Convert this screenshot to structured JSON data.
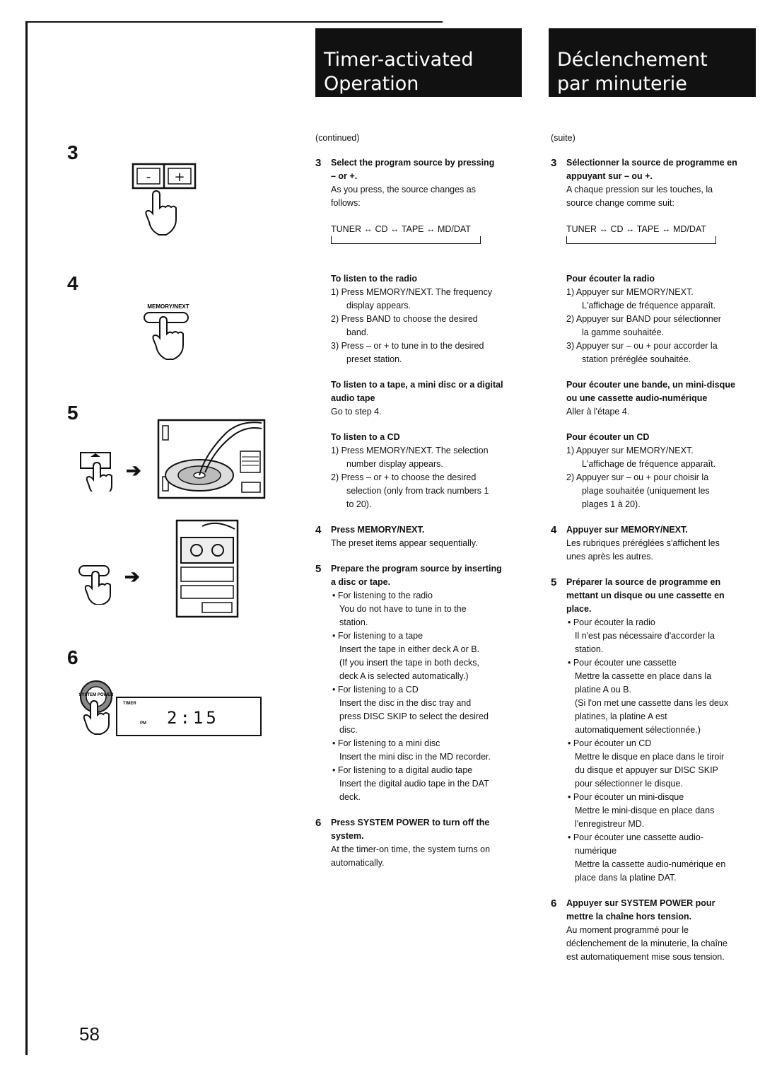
{
  "page_number": "58",
  "header_en": {
    "line1": "Timer-activated",
    "line2": "Operation"
  },
  "header_fr": {
    "line1": "Déclenchement",
    "line2": "par minuterie"
  },
  "illustrations": {
    "step_numbers": [
      "3",
      "4",
      "5",
      "6"
    ],
    "memory_next_label": "MEMORY/NEXT",
    "system_power_label": "SYSTEM POWER",
    "display_time": "2:15",
    "display_timer_label": "TIMER",
    "display_pm": "PM",
    "minus_plus": [
      "-",
      "+"
    ]
  },
  "en": {
    "continued": "(continued)",
    "s3_num": "3",
    "s3_title_1": "Select the program source by pressing",
    "s3_title_2": "– or +.",
    "s3_body_1": "As you press, the source changes as",
    "s3_body_2": "follows:",
    "flow": "TUNER ↔ CD ↔ TAPE ↔ MD/DAT",
    "radio_title": "To listen to the radio",
    "radio_1a": "1)  Press MEMORY/NEXT. The frequency",
    "radio_1b": "display appears.",
    "radio_2a": "2)  Press BAND to choose the desired",
    "radio_2b": "band.",
    "radio_3a": "3)  Press – or + to tune in to the desired",
    "radio_3b": "preset station.",
    "tape_title_1": "To listen to a tape, a mini disc or a digital",
    "tape_title_2": "audio tape",
    "tape_body": "Go to step 4.",
    "cd_title": "To listen to a CD",
    "cd_1a": "1)  Press MEMORY/NEXT. The selection",
    "cd_1b": "number display appears.",
    "cd_2a": "2)  Press – or + to choose the desired",
    "cd_2b": "selection (only from track numbers 1",
    "cd_2c": "to 20).",
    "s4_num": "4",
    "s4_title": "Press MEMORY/NEXT.",
    "s4_body": "The preset items appear sequentially.",
    "s5_num": "5",
    "s5_title_1": "Prepare the program source by inserting",
    "s5_title_2": "a disc or tape.",
    "b1": "• For listening to the radio",
    "b1_a": "You do not have to tune in to the",
    "b1_b": "station.",
    "b2": "• For listening to a tape",
    "b2_a": "Insert the tape in either deck A or B.",
    "b2_b": "(If you insert the tape in both decks,",
    "b2_c": "deck A is selected automatically.)",
    "b3": "• For listening to a CD",
    "b3_a": "Insert the disc in the disc tray and",
    "b3_b": "press DISC SKIP to select the desired",
    "b3_c": "disc.",
    "b4": "• For listening to a mini disc",
    "b4_a": "Insert the mini disc in the MD recorder.",
    "b5": "• For listening to a digital audio tape",
    "b5_a": "Insert the digital audio tape in the DAT",
    "b5_b": "deck.",
    "s6_num": "6",
    "s6_title_1": "Press SYSTEM POWER to turn off the",
    "s6_title_2": "system.",
    "s6_body_1": "At the timer-on time, the system turns on",
    "s6_body_2": "automatically."
  },
  "fr": {
    "continued": "(suite)",
    "s3_num": "3",
    "s3_title_1": "Sélectionner la source de programme en",
    "s3_title_2": "appuyant sur – ou +.",
    "s3_body_1": "A chaque pression sur les touches, la",
    "s3_body_2": "source change comme suit:",
    "flow": "TUNER ↔ CD ↔ TAPE ↔ MD/DAT",
    "radio_title": "Pour écouter la radio",
    "radio_1a": "1)  Appuyer sur MEMORY/NEXT.",
    "radio_1b": "L'affichage de fréquence apparaît.",
    "radio_2a": "2)  Appuyer sur BAND pour sélectionner",
    "radio_2b": "la gamme souhaitée.",
    "radio_3a": "3)  Appuyer sur – ou + pour accorder la",
    "radio_3b": "station préréglée souhaitée.",
    "tape_title_1": "Pour écouter une bande, un mini-disque",
    "tape_title_2": "ou une cassette audio-numérique",
    "tape_body": "Aller à l'étape 4.",
    "cd_title": "Pour écouter un CD",
    "cd_1a": "1)  Appuyer sur MEMORY/NEXT.",
    "cd_1b": "L'affichage de fréquence apparaît.",
    "cd_2a": "2)  Appuyer sur – ou + pour choisir la",
    "cd_2b": "plage souhaitée (uniquement les",
    "cd_2c": "plages 1 à 20).",
    "s4_num": "4",
    "s4_title": "Appuyer sur MEMORY/NEXT.",
    "s4_body_1": "Les rubriques préréglées s'affichent les",
    "s4_body_2": "unes après les autres.",
    "s5_num": "5",
    "s5_title_1": "Préparer la source de programme en",
    "s5_title_2": "mettant un disque ou une cassette en",
    "s5_title_3": "place.",
    "b1": "• Pour écouter la radio",
    "b1_a": "Il n'est pas nécessaire d'accorder la",
    "b1_b": "station.",
    "b2": "• Pour écouter une cassette",
    "b2_a": "Mettre la cassette en place dans la",
    "b2_b": "platine A ou B.",
    "b2_c": "(Si l'on met une cassette dans les deux",
    "b2_d": "platines, la platine A est",
    "b2_e": "automatiquement sélectionnée.)",
    "b3": "• Pour écouter un CD",
    "b3_a": "Mettre le disque en place dans le tiroir",
    "b3_b": "du disque et appuyer sur DISC SKIP",
    "b3_c": "pour sélectionner le disque.",
    "b4": "• Pour écouter un mini-disque",
    "b4_a": "Mettre le mini-disque en place dans",
    "b4_b": "l'enregistreur MD.",
    "b5": "• Pour écouter une cassette audio-",
    "b5_x": "numérique",
    "b5_a": "Mettre la cassette audio-numérique en",
    "b5_b": "place dans la platine DAT.",
    "s6_num": "6",
    "s6_title_1": "Appuyer sur SYSTEM POWER pour",
    "s6_title_2": "mettre la chaîne hors tension.",
    "s6_body_1": "Au moment programmé pour le",
    "s6_body_2": "déclenchement de la minuterie, la chaîne",
    "s6_body_3": "est automatiquement mise sous tension."
  }
}
